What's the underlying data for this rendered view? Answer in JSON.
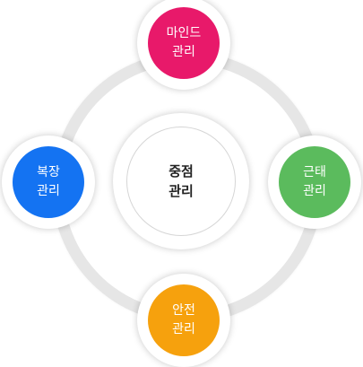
{
  "diagram": {
    "center": {
      "line1": "중점",
      "line2": "관리"
    },
    "nodes": {
      "top": {
        "line1": "마인드",
        "line2": "관리",
        "color": "#e8196a"
      },
      "left": {
        "line1": "복장",
        "line2": "관리",
        "color": "#1473f2"
      },
      "right": {
        "line1": "근태",
        "line2": "관리",
        "color": "#5bbb5d"
      },
      "bottom": {
        "line1": "안전",
        "line2": "관리",
        "color": "#f6a10d"
      }
    }
  }
}
